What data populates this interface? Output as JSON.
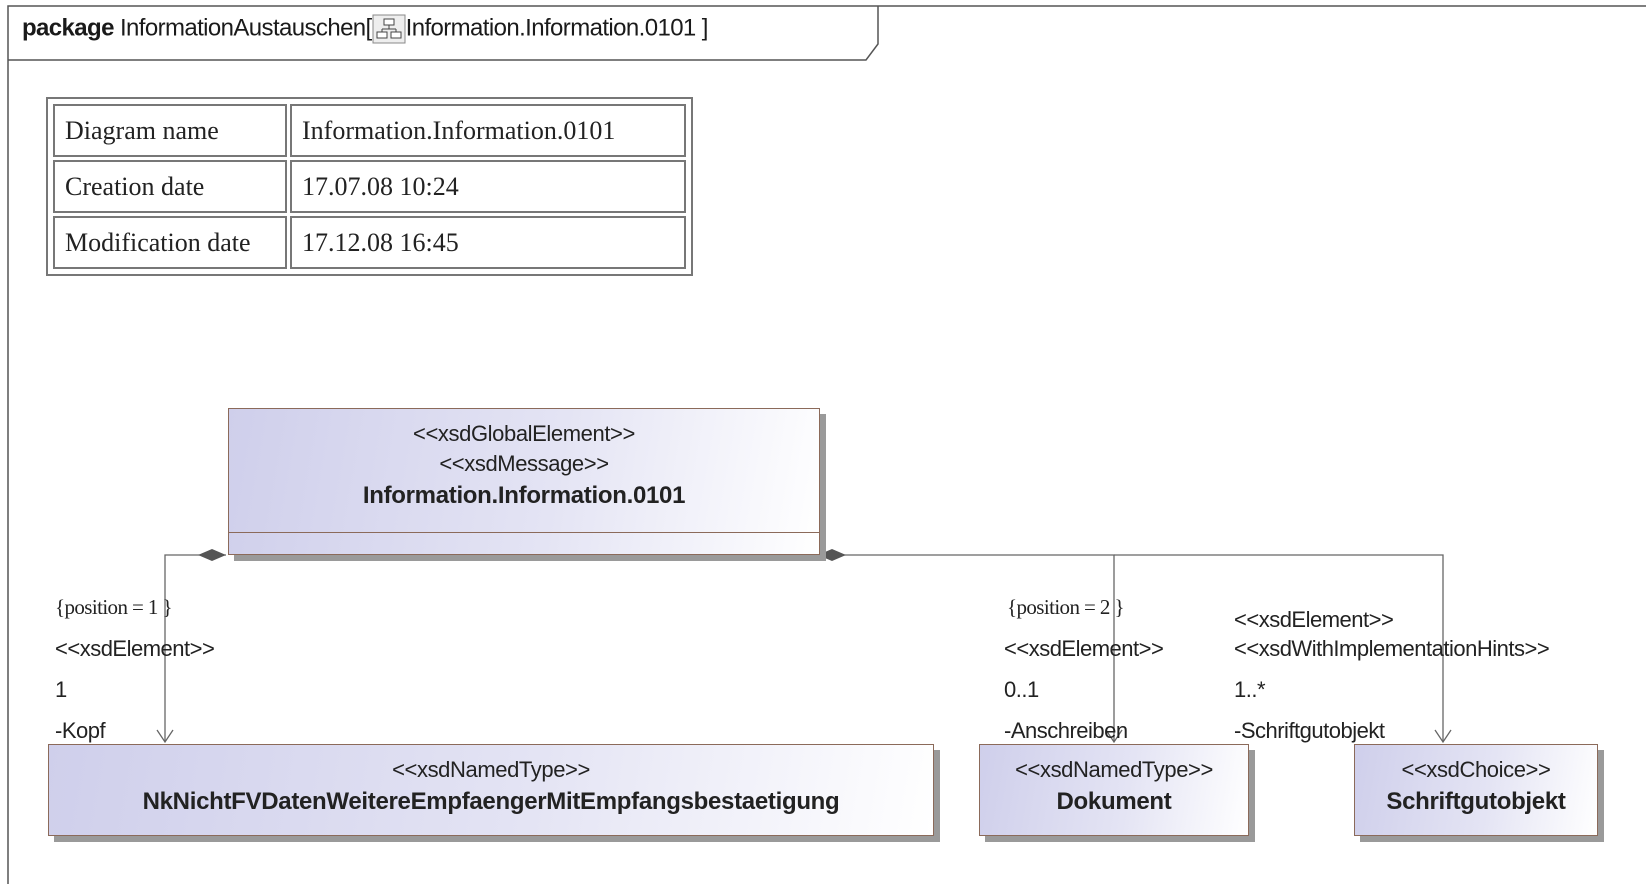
{
  "package": {
    "keyword": "package",
    "name": "InformationAustauschen[",
    "diagram_ref": "Information.Information.0101",
    "close": "]"
  },
  "info_table": [
    {
      "key": "Diagram name",
      "value": "Information.Information.0101"
    },
    {
      "key": "Creation date",
      "value": "17.07.08 10:24"
    },
    {
      "key": "Modification date",
      "value": "17.12.08 16:45"
    }
  ],
  "classes": {
    "root": {
      "stereotypes": [
        "<<xsdGlobalElement>>",
        "<<xsdMessage>>"
      ],
      "name": "Information.Information.0101"
    },
    "kopf_type": {
      "stereotype": "<<xsdNamedType>>",
      "name": "NkNichtFVDatenWeitereEmpfaengerMitEmpfangsbestaetigung"
    },
    "dokument": {
      "stereotype": "<<xsdNamedType>>",
      "name": "Dokument"
    },
    "schriftgut": {
      "stereotype": "<<xsdChoice>>",
      "name": "Schriftgutobjekt"
    }
  },
  "associations": {
    "kopf": {
      "constraint": "{position = 1  }",
      "stereotype": "<<xsdElement>>",
      "multiplicity": "1",
      "role": "-Kopf"
    },
    "anschreiben": {
      "constraint": "{position = 2  }",
      "stereotype": "<<xsdElement>>",
      "multiplicity": "0..1",
      "role": "-Anschreiben"
    },
    "schriftgutobjekt": {
      "stereotype1": "<<xsdElement>>",
      "stereotype2": "<<xsdWithImplementationHints>>",
      "multiplicity": "1..*",
      "role": "-Schriftgutobjekt"
    }
  },
  "colors": {
    "class_fill_start": "#cfcfeb",
    "class_border": "#8b6a5a",
    "frame": "#555555"
  },
  "icons": [
    "diagram-icon",
    "composition-diamond-icon",
    "open-arrow-icon"
  ]
}
